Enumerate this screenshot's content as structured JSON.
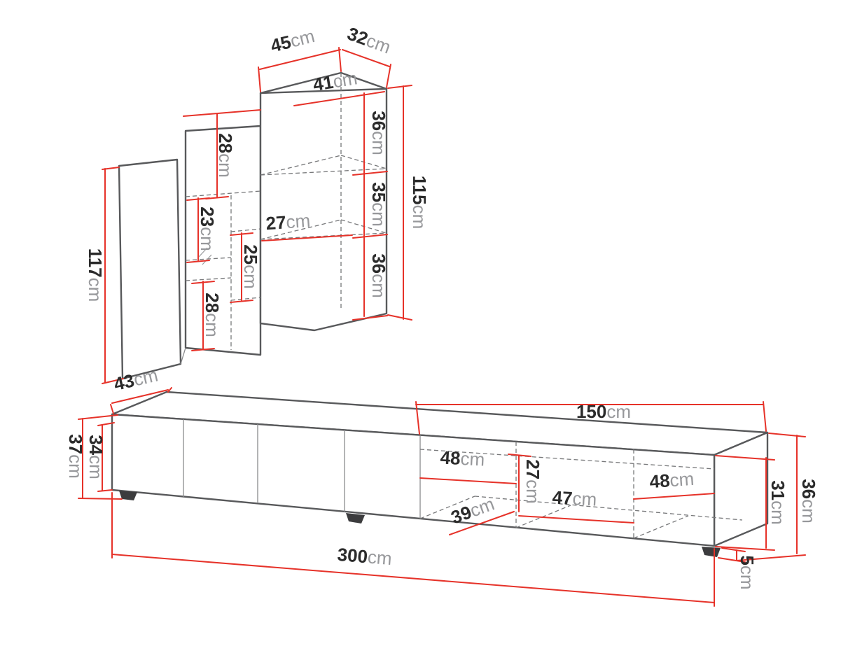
{
  "colors": {
    "dimension_red": "#e63229",
    "outline_gray": "#58595b",
    "number_color": "#2b2b2b",
    "unit_color": "#97989b"
  },
  "wall_unit": {
    "width_top": {
      "v": "45",
      "u": "cm"
    },
    "depth_top": {
      "v": "32",
      "u": "cm"
    },
    "width_inner_top": {
      "v": "41",
      "u": "cm"
    },
    "niche_top": {
      "v": "36",
      "u": "cm"
    },
    "niche_middle": {
      "v": "35",
      "u": "cm"
    },
    "niche_bottom": {
      "v": "36",
      "u": "cm"
    },
    "height_main": {
      "v": "115",
      "u": "cm"
    },
    "height_side_panel": {
      "v": "117",
      "u": "cm"
    },
    "niche_a": {
      "v": "28",
      "u": "cm"
    },
    "niche_b": {
      "v": "23",
      "u": "cm"
    },
    "niche_c": {
      "v": "25",
      "u": "cm"
    },
    "width_inner": {
      "v": "27",
      "u": "cm"
    },
    "niche_d": {
      "v": "28",
      "u": "cm"
    }
  },
  "tv_stand": {
    "depth": {
      "v": "43",
      "u": "cm"
    },
    "height_total_left": {
      "v": "37",
      "u": "cm"
    },
    "height_body_left": {
      "v": "34",
      "u": "cm"
    },
    "width_total": {
      "v": "300",
      "u": "cm"
    },
    "width_right_section": {
      "v": "150",
      "u": "cm"
    },
    "compartment_a": {
      "v": "48",
      "u": "cm"
    },
    "inner_height": {
      "v": "27",
      "u": "cm"
    },
    "compartment_b": {
      "v": "47",
      "u": "cm"
    },
    "compartment_c": {
      "v": "48",
      "u": "cm"
    },
    "inner_depth": {
      "v": "39",
      "u": "cm"
    },
    "height_body_right": {
      "v": "31",
      "u": "cm"
    },
    "height_total_right": {
      "v": "36",
      "u": "cm"
    },
    "foot_height": {
      "v": "5",
      "u": "cm"
    }
  }
}
